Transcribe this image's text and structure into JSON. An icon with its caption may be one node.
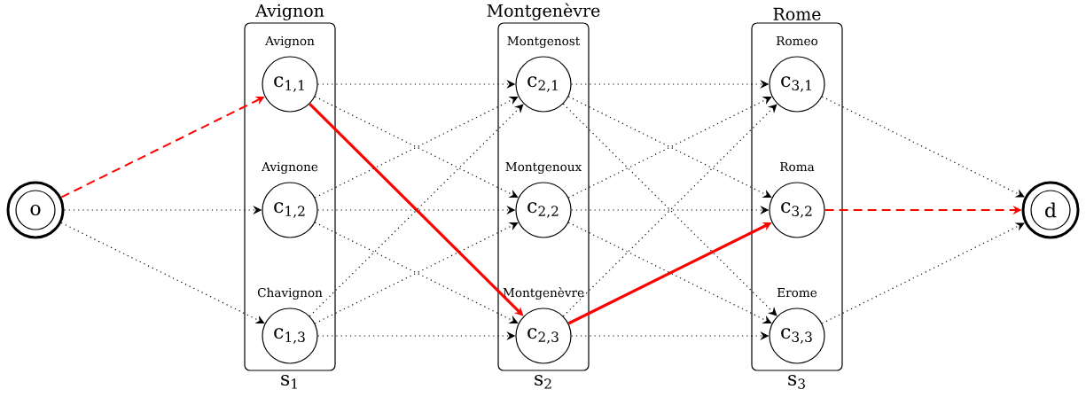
{
  "diagram": {
    "nodes": [
      {
        "text": [
          "o"
        ]
      },
      {
        "text": [
          "Avignon"
        ],
        "beside": [
          "s$_{1}$"
        ]
      },
      {
        "text": [
          "c$_{1,1}$"
        ],
        "in": 1,
        "beside": [
          "Avignon"
        ]
      },
      {
        "text": [
          "c$_{1,2}$"
        ],
        "in": 1,
        "beside": [
          "Avignone"
        ]
      },
      {
        "text": [
          "c$_{1,3}$"
        ],
        "in": 1,
        "beside": [
          "Chavignon"
        ]
      },
      {
        "text": [
          "Montgenèvre"
        ],
        "beside": [
          "s$_{2}$"
        ]
      },
      {
        "text": [
          "c$_{2,1}$"
        ],
        "in": 5,
        "beside": [
          "Montgenost"
        ]
      },
      {
        "text": [
          "c$_{2,2}$"
        ],
        "in": 5,
        "beside": [
          "Montgenoux"
        ]
      },
      {
        "text": [
          "c$_{2,3}$"
        ],
        "in": 5,
        "beside": [
          "Montgenèvre"
        ]
      },
      {
        "text": [
          "Rome"
        ],
        "beside": [
          "s$_{3}$"
        ]
      },
      {
        "text": [
          "c$_{3,1}$"
        ],
        "in": 9,
        "beside": [
          "Romeo"
        ]
      },
      {
        "text": [
          "c$_{3,2}$"
        ],
        "in": 9,
        "beside": [
          "Roma"
        ]
      },
      {
        "text": [
          "c$_{3,3}$"
        ],
        "in": 9,
        "beside": [
          "Erome"
        ]
      },
      {
        "text": [
          "d"
        ]
      }
    ],
    "edges": [
      {
        "from": 0,
        "to": 2,
        "arrow": "to",
        "style": "dashed",
        "color": "#ff0000"
      },
      {
        "from": 0,
        "to": 3,
        "arrow": "to",
        "style": "dashed"
      },
      {
        "from": 0,
        "to": 4,
        "arrow": "to",
        "style": "dashed"
      },
      {
        "from": 2,
        "to": 6,
        "arrow": "to",
        "style": "dashed"
      },
      {
        "from": 2,
        "to": 7,
        "arrow": "to",
        "style": "dashed"
      },
      {
        "from": 2,
        "to": 8,
        "arrow": "to",
        "style": "thick",
        "color": "#ff0000"
      },
      {
        "from": 3,
        "to": 6,
        "arrow": "to",
        "style": "dashed"
      },
      {
        "from": 3,
        "to": 7,
        "arrow": "to",
        "style": "dashed"
      },
      {
        "from": 3,
        "to": 8,
        "arrow": "to",
        "style": "dashed"
      },
      {
        "from": 4,
        "to": 6,
        "arrow": "to",
        "style": "dashed"
      },
      {
        "from": 4,
        "to": 7,
        "arrow": "to",
        "style": "dashed"
      },
      {
        "from": 4,
        "to": 8,
        "arrow": "to",
        "style": "dashed"
      },
      {
        "from": 6,
        "to": 10,
        "arrow": "to",
        "style": "dashed"
      },
      {
        "from": 6,
        "to": 11,
        "arrow": "to",
        "style": "dashed"
      },
      {
        "from": 6,
        "to": 12,
        "arrow": "to",
        "style": "dashed"
      },
      {
        "from": 7,
        "to": 10,
        "arrow": "to",
        "style": "dashed"
      },
      {
        "from": 7,
        "to": 11,
        "arrow": "to",
        "style": "dashed"
      },
      {
        "from": 7,
        "to": 12,
        "arrow": "to",
        "style": "dashed"
      },
      {
        "from": 8,
        "to": 10,
        "arrow": "to",
        "style": "dashed"
      },
      {
        "from": 8,
        "to": 11,
        "arrow": "to",
        "style": "thick",
        "color": "#ff0000"
      },
      {
        "from": 8,
        "to": 12,
        "arrow": "to",
        "style": "dashed"
      },
      {
        "from": 10,
        "to": 13,
        "arrow": "to",
        "style": "dashed"
      },
      {
        "from": 11,
        "to": 13,
        "arrow": "to",
        "style": "dashed",
        "color": "#ff0000"
      },
      {
        "from": 12,
        "to": 13,
        "arrow": "to",
        "style": "dashed"
      }
    ]
  }
}
